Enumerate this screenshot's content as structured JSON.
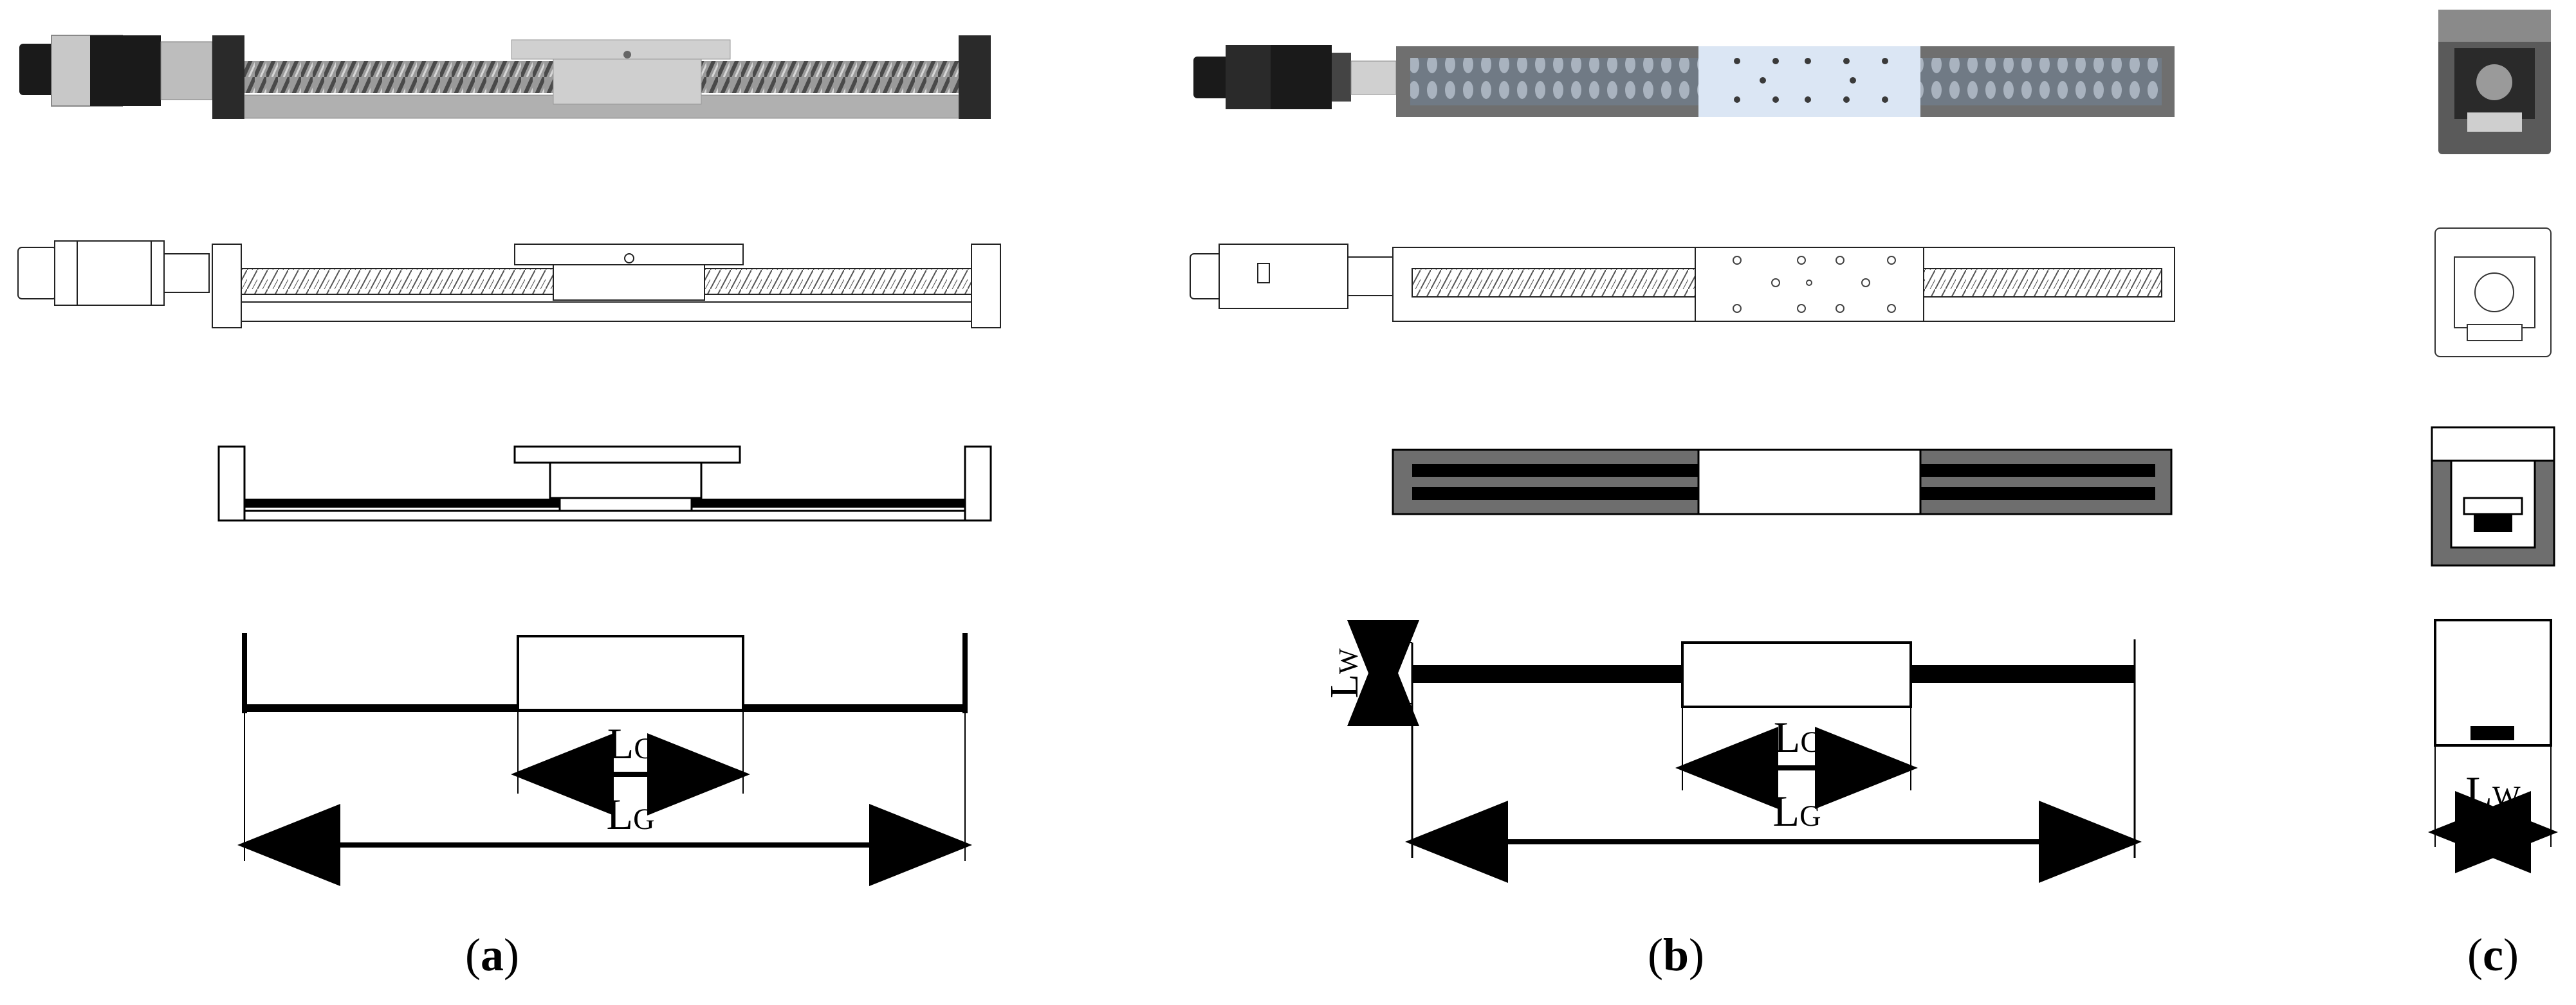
{
  "panels": {
    "a": {
      "caption": "a",
      "dim_lc": {
        "main": "L",
        "sub": "C"
      },
      "dim_lg": {
        "main": "L",
        "sub": "G"
      }
    },
    "b": {
      "caption": "b",
      "dim_lw": {
        "main": "L",
        "sub": "W"
      },
      "dim_lc": {
        "main": "L",
        "sub": "C"
      },
      "dim_lg": {
        "main": "L",
        "sub": "G"
      }
    },
    "c": {
      "caption": "c",
      "dim_lw": {
        "main": "L",
        "sub": "W"
      }
    }
  },
  "colors": {
    "ink": "#000000",
    "ballscrew": "#8a8a8a",
    "aluminium": "#c8c8c8",
    "motor": "#1a1a1a",
    "carriage_blue": "#dbe6f4",
    "housing_grey": "#6e6e6e"
  }
}
